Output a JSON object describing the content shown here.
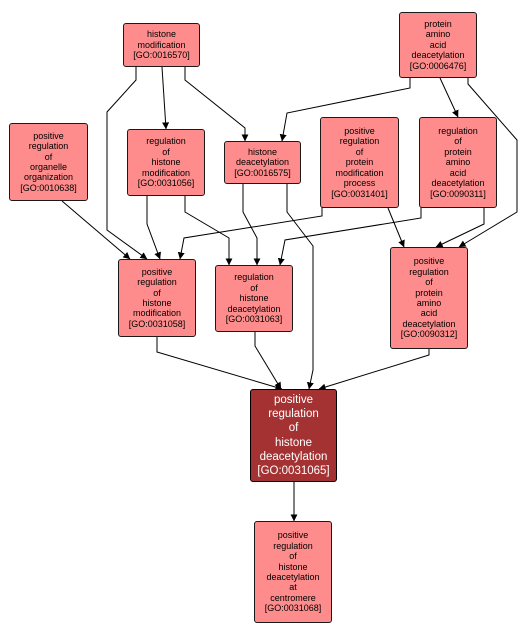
{
  "graph": {
    "colors": {
      "node_fill": "#ff8c8c",
      "focus_fill": "#a53232",
      "edge": "#000000"
    },
    "nodes": {
      "go0016570": {
        "text": "histone\nmodification\n[GO:0016570]"
      },
      "go0006476": {
        "text": "protein\namino\nacid\ndeacetylation\n[GO:0006476]"
      },
      "go0010638": {
        "text": "positive\nregulation\nof\norganelle\norganization\n[GO:0010638]"
      },
      "go0031056": {
        "text": "regulation\nof\nhistone\nmodification\n[GO:0031056]"
      },
      "go0016575": {
        "text": "histone\ndeacetylation\n[GO:0016575]"
      },
      "go0031401": {
        "text": "positive\nregulation\nof\nprotein\nmodification\nprocess\n[GO:0031401]"
      },
      "go0090311": {
        "text": "regulation\nof\nprotein\namino\nacid\ndeacetylation\n[GO:0090311]"
      },
      "go0031058": {
        "text": "positive\nregulation\nof\nhistone\nmodification\n[GO:0031058]"
      },
      "go0031063": {
        "text": "regulation\nof\nhistone\ndeacetylation\n[GO:0031063]"
      },
      "go0090312": {
        "text": "positive\nregulation\nof\nprotein\namino\nacid\ndeacetylation\n[GO:0090312]"
      },
      "go0031065": {
        "text": "positive\nregulation\nof\nhistone\ndeacetylation\n[GO:0031065]"
      },
      "go0031068": {
        "text": "positive\nregulation\nof\nhistone\ndeacetylation\nat\ncentromere\n[GO:0031068]"
      }
    },
    "edges": [
      [
        "go0016570",
        "go0031056"
      ],
      [
        "go0016570",
        "go0016575"
      ],
      [
        "go0016570",
        "go0031058"
      ],
      [
        "go0006476",
        "go0016575"
      ],
      [
        "go0006476",
        "go0090311"
      ],
      [
        "go0006476",
        "go0090312"
      ],
      [
        "go0010638",
        "go0031058"
      ],
      [
        "go0031056",
        "go0031058"
      ],
      [
        "go0031056",
        "go0031063"
      ],
      [
        "go0016575",
        "go0031063"
      ],
      [
        "go0016575",
        "go0031065"
      ],
      [
        "go0031401",
        "go0031058"
      ],
      [
        "go0031401",
        "go0090312"
      ],
      [
        "go0090311",
        "go0031063"
      ],
      [
        "go0090311",
        "go0090312"
      ],
      [
        "go0031058",
        "go0031065"
      ],
      [
        "go0031063",
        "go0031065"
      ],
      [
        "go0090312",
        "go0031065"
      ],
      [
        "go0031065",
        "go0031068"
      ]
    ]
  }
}
